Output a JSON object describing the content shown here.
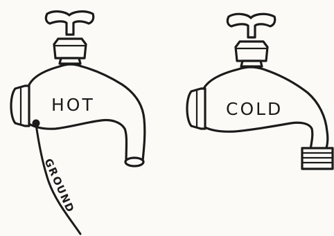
{
  "faucets": [
    {
      "label": "HOT"
    },
    {
      "label": "COLD"
    }
  ],
  "ground_wire": {
    "letters": [
      "G",
      "R",
      "O",
      "U",
      "N",
      "D"
    ]
  },
  "colors": {
    "ink": "#1b1b1b",
    "paper": "#fbfaf6"
  }
}
